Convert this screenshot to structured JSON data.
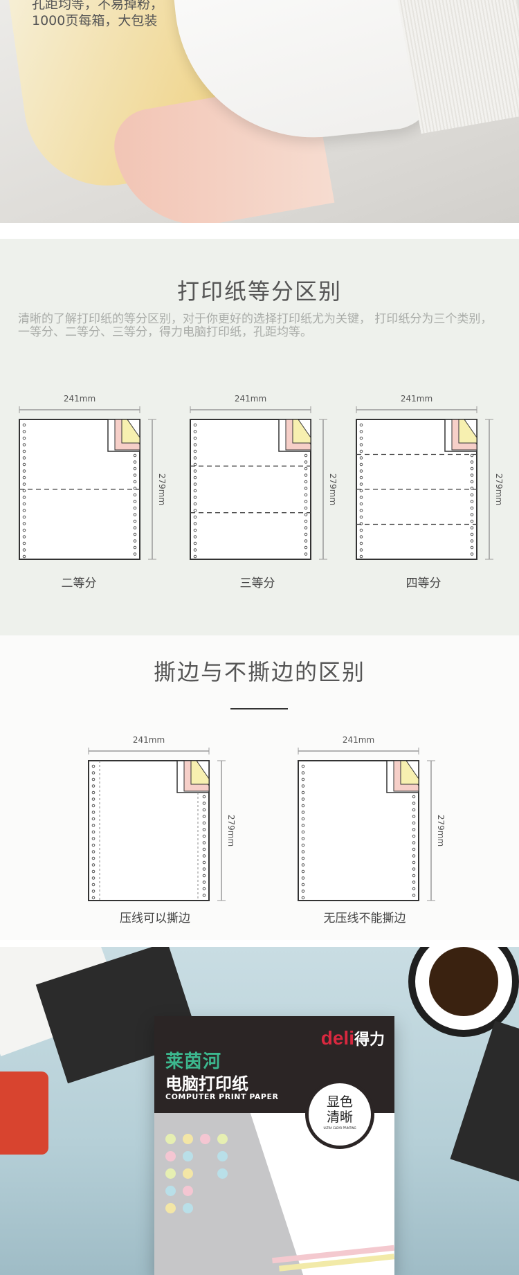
{
  "hero": {
    "caption_line1": "孔距均等，不易掉粉，",
    "caption_line2": "1000页每箱，大包装"
  },
  "section_equal": {
    "title": "打印纸等分区别",
    "description": "清晰的了解打印纸的等分区别，对于你更好的选择打印纸尤为关键， 打印纸分为三个类别，一等分、二等分、三等分，得力电脑打印纸，孔距均等。",
    "diagrams": [
      {
        "width_label": "241mm",
        "height_label": "279mm",
        "parts": 2,
        "label": "二等分"
      },
      {
        "width_label": "241mm",
        "height_label": "279mm",
        "parts": 3,
        "label": "三等分"
      },
      {
        "width_label": "241mm",
        "height_label": "279mm",
        "parts": 4,
        "label": "四等分"
      }
    ]
  },
  "section_tear": {
    "title": "撕边与不撕边的区别",
    "diagrams": [
      {
        "width_label": "241mm",
        "height_label": "279mm",
        "perforated": true,
        "label": "压线可以撕边"
      },
      {
        "width_label": "241mm",
        "height_label": "279mm",
        "perforated": false,
        "label": "无压线不能撕边"
      }
    ]
  },
  "package": {
    "brand_latin": "deli",
    "brand_cn": "得力",
    "series": "莱茵河",
    "product": "电脑打印纸",
    "product_en": "COMPUTER PRINT PAPER",
    "badge_line1": "显色",
    "badge_line2": "清晰",
    "badge_en": "ULTRA CLEAR PRINTING"
  },
  "colors": {
    "brand": "#d8283f",
    "series_green": "#3cb78e",
    "yellow": "#f7f0b0",
    "pink": "#f6cfc8"
  }
}
